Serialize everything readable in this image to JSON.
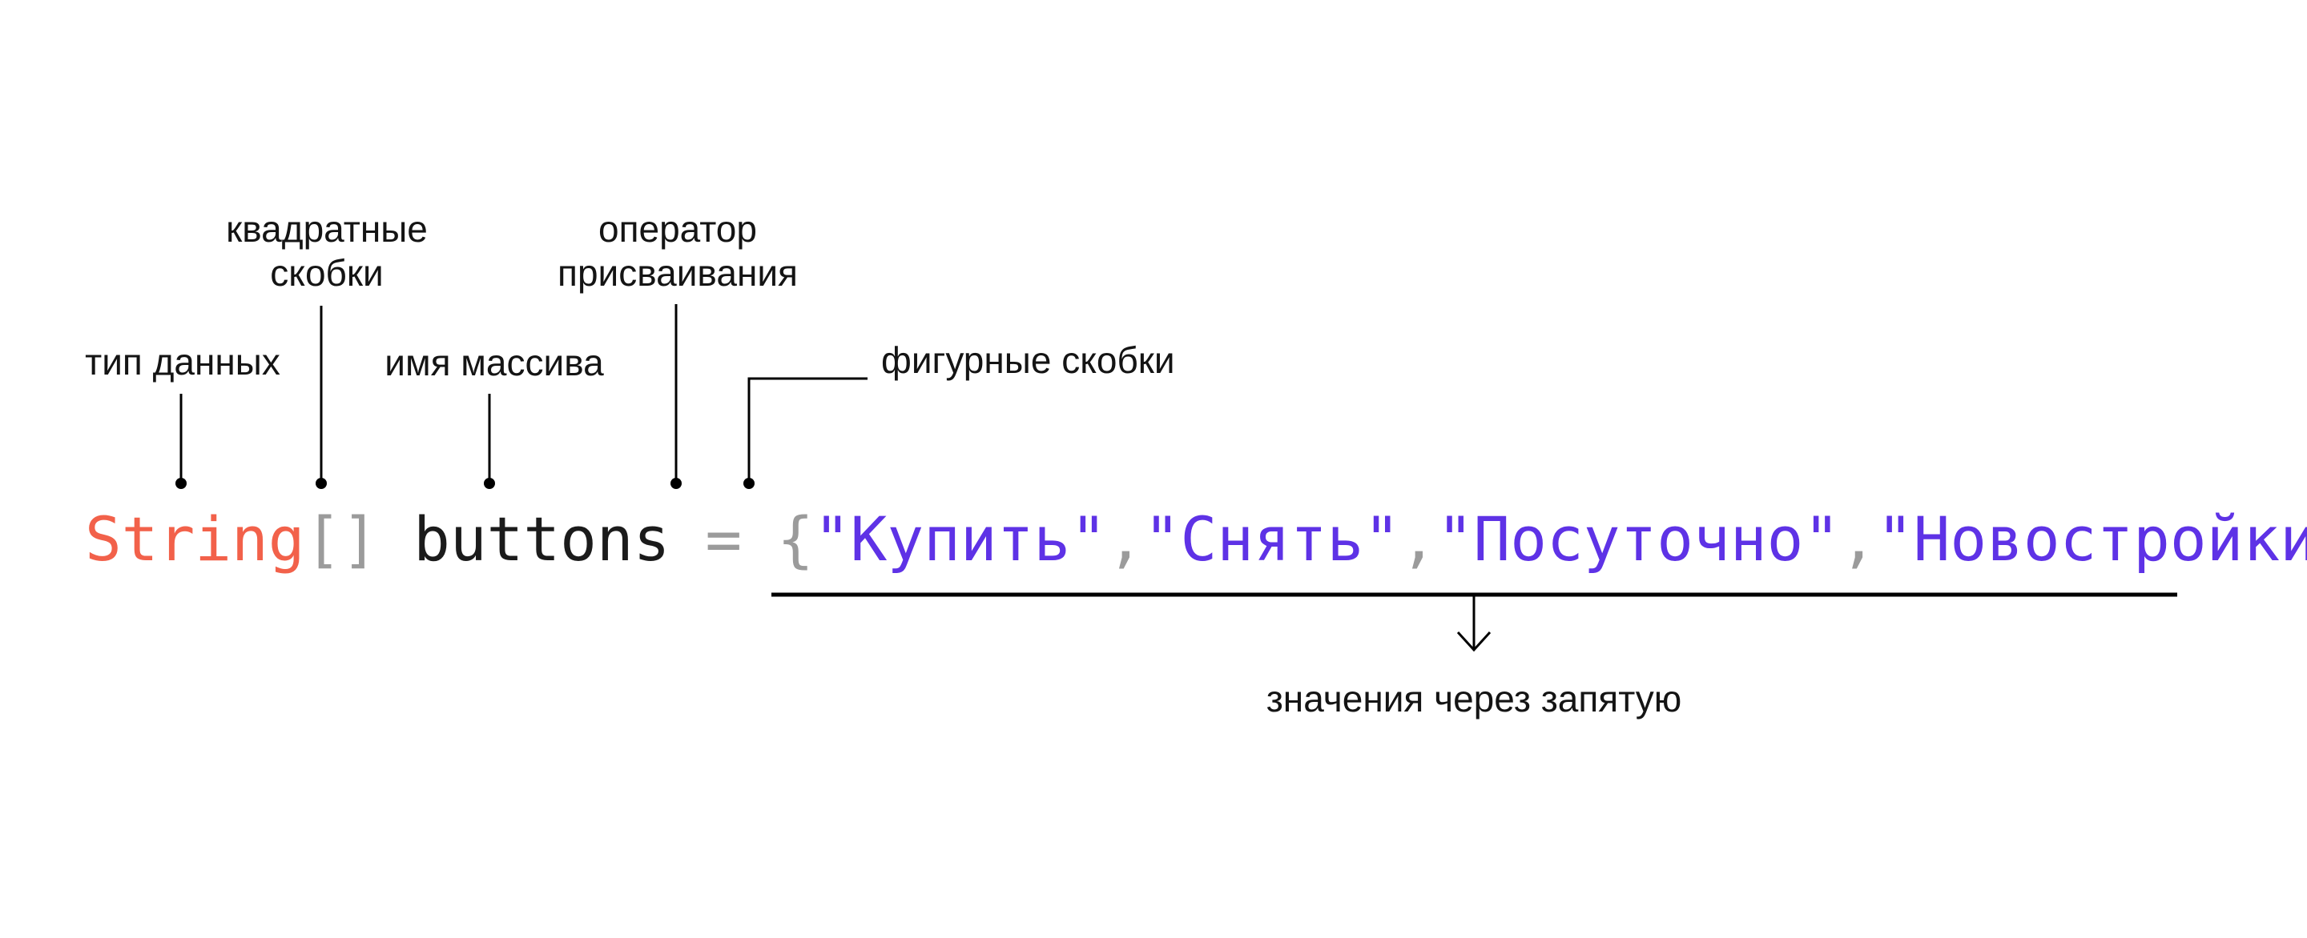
{
  "colors": {
    "type": "#f2614a",
    "punct": "#9b9b9b",
    "name": "#1b1b1b",
    "string": "#5e32e6"
  },
  "annotations": {
    "data_type": "тип данных",
    "brackets_line1": "квадратные",
    "brackets_line2": "скобки",
    "array_name": "имя массива",
    "operator_line1": "оператор",
    "operator_line2": "присваивания",
    "braces": "фигурные скобки",
    "values": "значения через запятую"
  },
  "code": {
    "type": "String",
    "brackets": "[]",
    "name": "buttons",
    "operator": "=",
    "open_brace": "{",
    "values": [
      "\"Купить\"",
      "\"Снять\"",
      "\"Посуточно\"",
      "\"Новостройки\""
    ],
    "separator": ",",
    "close": "};"
  },
  "icons": [
    "arrow-down-icon"
  ]
}
